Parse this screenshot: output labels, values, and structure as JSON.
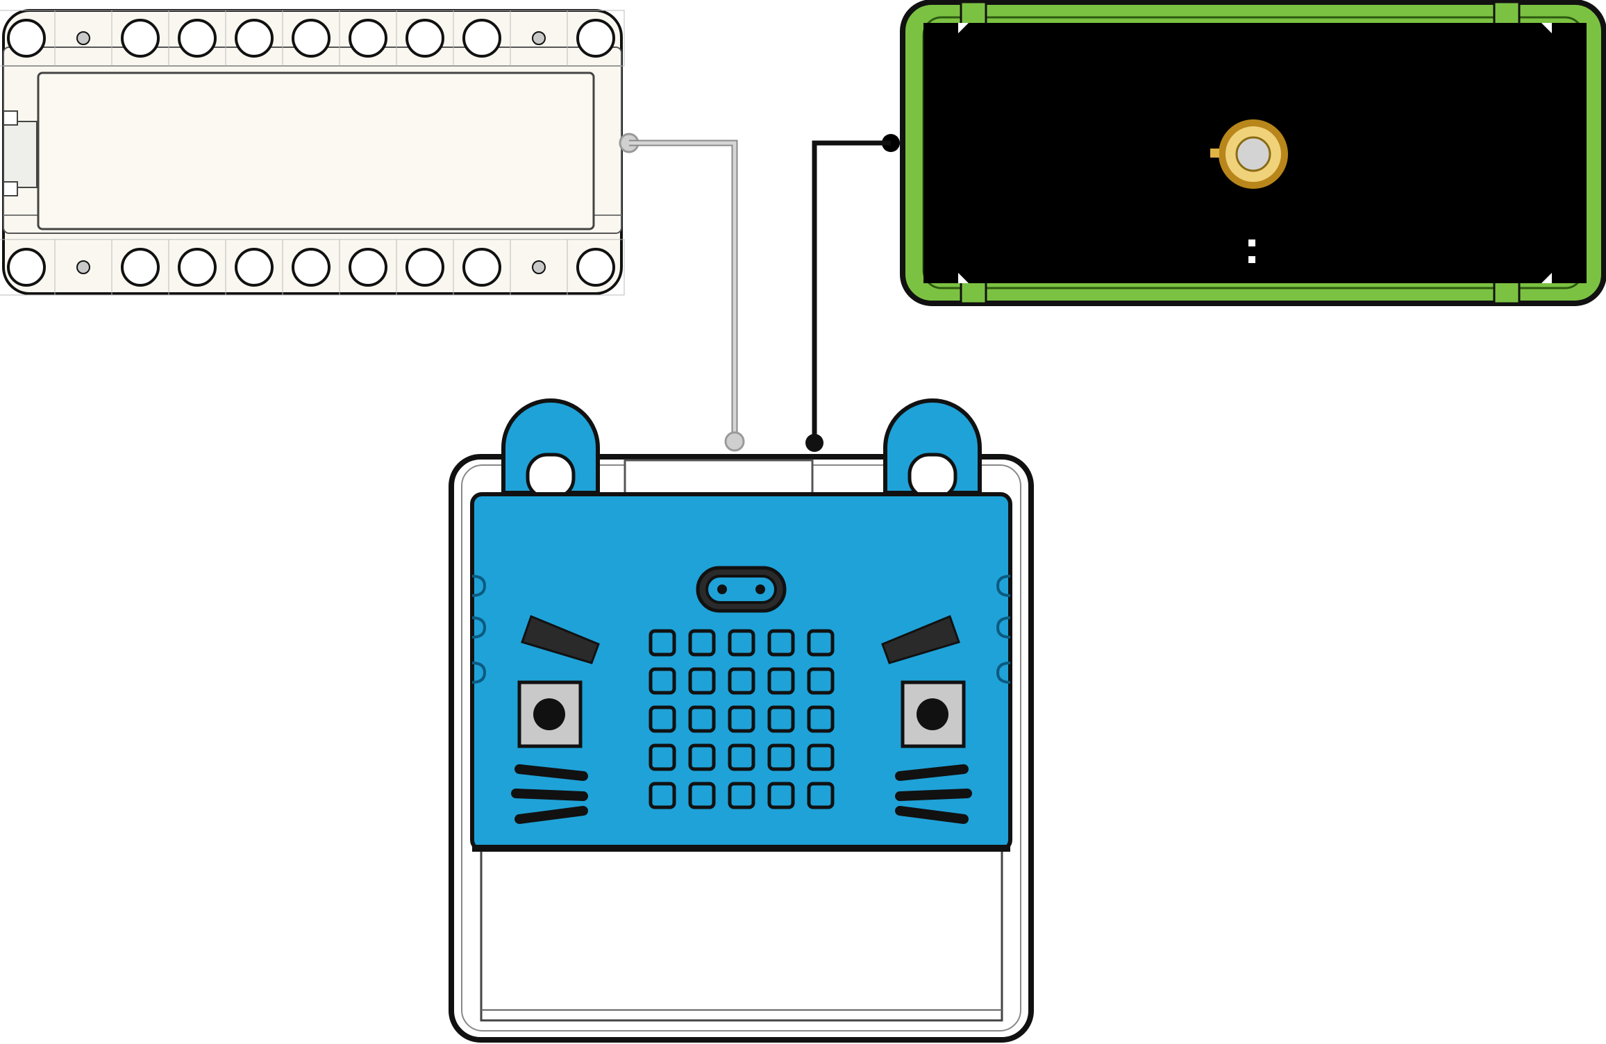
{
  "diagram": {
    "components": [
      {
        "id": "extension-board",
        "kind": "breadboard-module"
      },
      {
        "id": "buzzer-module",
        "kind": "buzzer-module"
      },
      {
        "id": "microbit-case",
        "kind": "microbit-controller"
      }
    ],
    "wires": [
      {
        "from": "extension-board",
        "to": "microbit-case",
        "color": "#b8b8b8"
      },
      {
        "from": "buzzer-module",
        "to": "microbit-case",
        "color": "#111111"
      }
    ],
    "led_matrix": {
      "rows": 5,
      "cols": 5
    }
  },
  "colors": {
    "board_fill": "#f9f7ef",
    "module_green": "#7cc242",
    "module_black": "#000000",
    "buzzer_gold": "#d6a42a",
    "case_blue": "#1fa2d8",
    "case_white": "#ffffff",
    "outline": "#111111"
  }
}
